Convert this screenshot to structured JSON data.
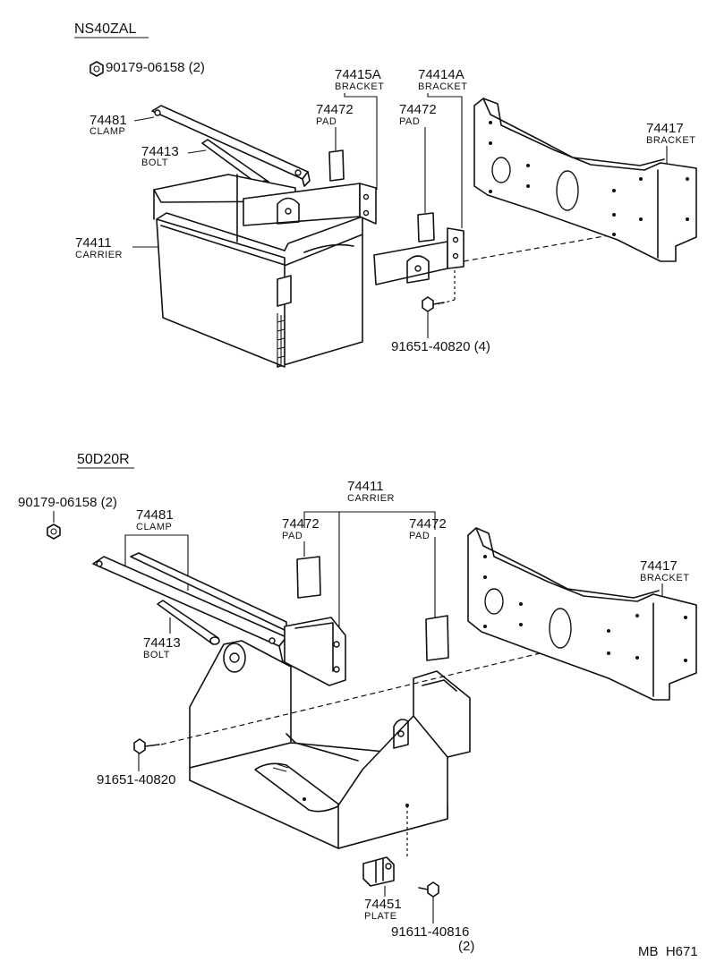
{
  "sections": [
    {
      "title": "NS40ZAL",
      "parts": {
        "nut": {
          "number": "90179-06158",
          "qty": "(2)"
        },
        "clamp": {
          "number": "74481",
          "name": "CLAMP"
        },
        "bolt": {
          "number": "74413",
          "name": "BOLT"
        },
        "carrier": {
          "number": "74411",
          "name": "CARRIER"
        },
        "pad_left": {
          "number": "74472",
          "name": "PAD"
        },
        "pad_right": {
          "number": "74472",
          "name": "PAD"
        },
        "bracket_a": {
          "number": "74415A",
          "name": "BRACKET"
        },
        "bracket_b": {
          "number": "74414A",
          "name": "BRACKET"
        },
        "bracket_big": {
          "number": "74417",
          "name": "BRACKET"
        },
        "screw": {
          "number": "91651-40820",
          "qty": "(4)"
        }
      }
    },
    {
      "title": "50D20R",
      "parts": {
        "nut": {
          "number": "90179-06158",
          "qty": "(2)"
        },
        "clamp": {
          "number": "74481",
          "name": "CLAMP"
        },
        "bolt": {
          "number": "74413",
          "name": "BOLT"
        },
        "carrier": {
          "number": "74411",
          "name": "CARRIER"
        },
        "pad_left": {
          "number": "74472",
          "name": "PAD"
        },
        "pad_right": {
          "number": "74472",
          "name": "PAD"
        },
        "bracket_big": {
          "number": "74417",
          "name": "BRACKET"
        },
        "screw": {
          "number": "91651-40820"
        },
        "plate": {
          "number": "74451",
          "name": "PLATE"
        },
        "screw2": {
          "number": "91611-40816",
          "qty": "(2)"
        }
      }
    }
  ],
  "footer_code": "MB  H671"
}
